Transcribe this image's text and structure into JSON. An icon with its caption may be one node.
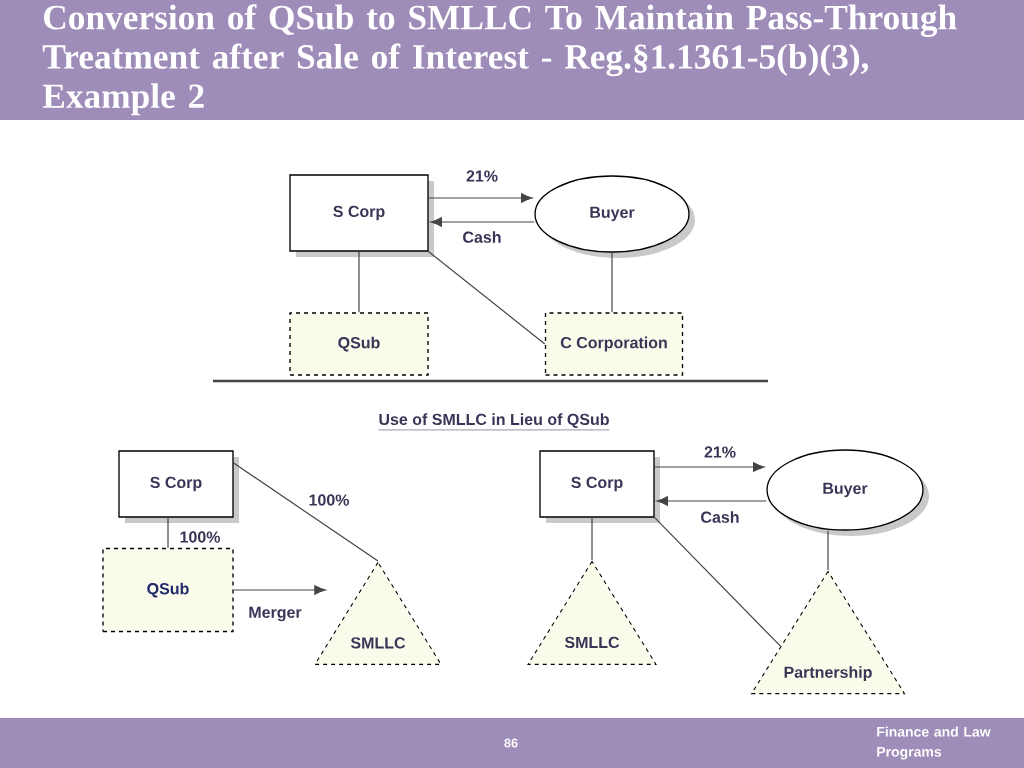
{
  "diagram": {
    "title": "Conversion of QSub to SMLLC To Maintain Pass-Through Treatment after Sale of Interest - Reg.§1.1361-5(b)(3), Example 2",
    "nodes": [
      {
        "text": [
          "S Corp"
        ]
      },
      {
        "text": [
          "Buyer"
        ]
      },
      {
        "text": [
          "QSub"
        ]
      },
      {
        "text": [
          "C Corporation"
        ]
      },
      {
        "text": [
          "S Corp"
        ]
      },
      {
        "text": [
          "QSub"
        ]
      },
      {
        "text": [
          "SMLLC"
        ]
      },
      {
        "text": [
          "S Corp"
        ]
      },
      {
        "text": [
          "Buyer"
        ]
      },
      {
        "text": [
          "SMLLC"
        ]
      },
      {
        "text": [
          "Partnership"
        ]
      }
    ],
    "edges": [
      {
        "from": 0,
        "to": 1,
        "arrow": "to",
        "label": "21%"
      },
      {
        "from": 1,
        "to": 0,
        "arrow": "to",
        "label": "Cash"
      },
      {
        "from": 0,
        "to": 2,
        "arrow": "none"
      },
      {
        "from": 0,
        "to": 3,
        "arrow": "none"
      },
      {
        "from": 1,
        "to": 3,
        "arrow": "none"
      },
      {
        "from": 4,
        "to": 5,
        "arrow": "none",
        "label": "100%"
      },
      {
        "from": 4,
        "to": 6,
        "arrow": "none",
        "label": "100%"
      },
      {
        "from": 5,
        "to": 6,
        "arrow": "to",
        "label": "Merger"
      },
      {
        "from": 7,
        "to": 8,
        "arrow": "to",
        "label": "21%"
      },
      {
        "from": 8,
        "to": 7,
        "arrow": "to",
        "label": "Cash"
      },
      {
        "from": 7,
        "to": 9,
        "arrow": "none"
      },
      {
        "from": 7,
        "to": 10,
        "arrow": "none"
      },
      {
        "from": 8,
        "to": 10,
        "arrow": "none"
      }
    ],
    "labels": [
      "Use of SMLLC in Lieu of QSub",
      "86",
      "Finance and Law Programs"
    ]
  }
}
